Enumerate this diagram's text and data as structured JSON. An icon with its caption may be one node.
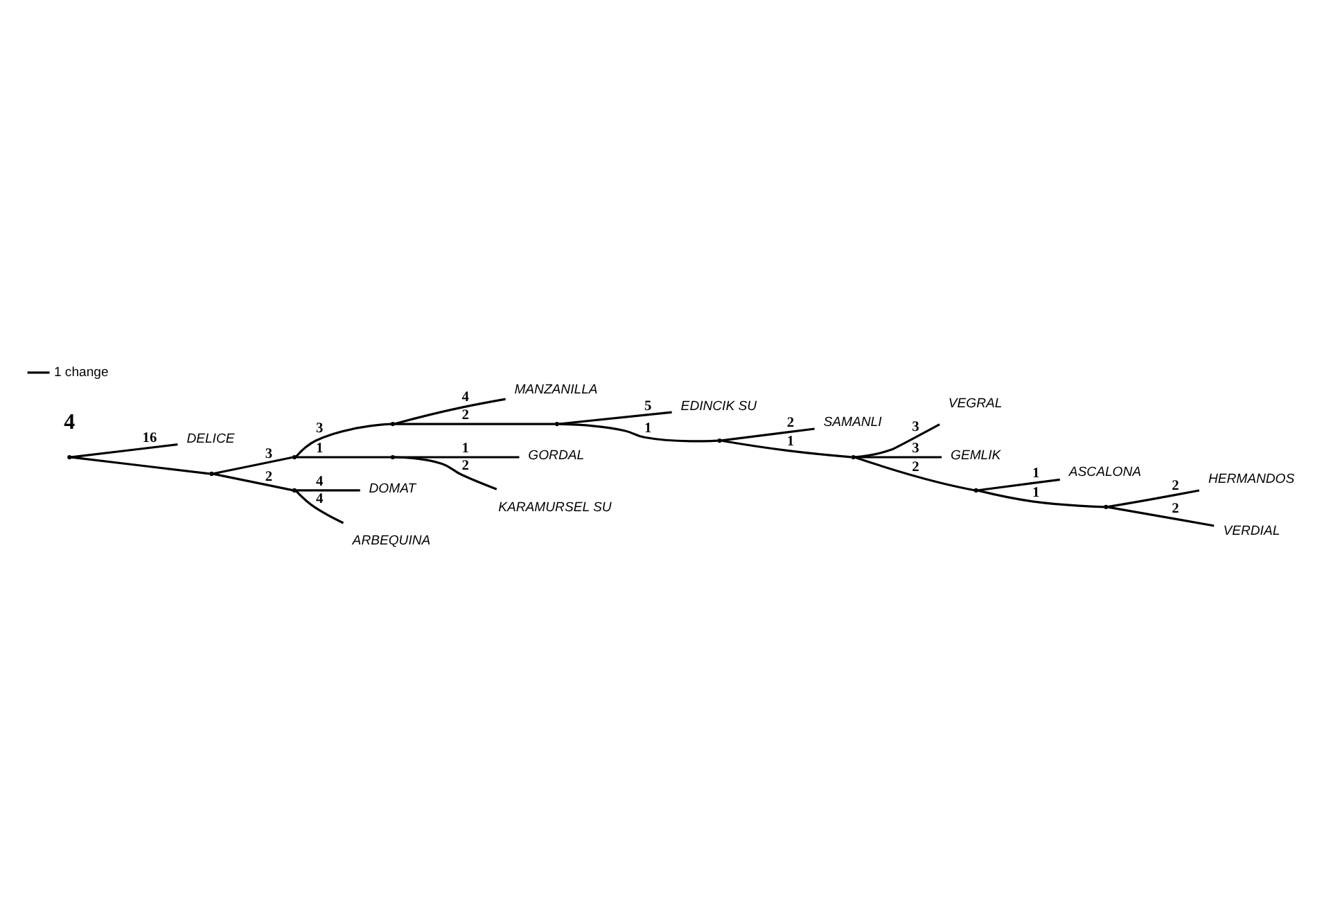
{
  "diagram": {
    "nodes": [
      {
        "text": [
          "DELICE"
        ]
      },
      {
        "text": [
          "SAMANLI"
        ]
      },
      {
        "text": [
          "VEGRAL"
        ]
      },
      {
        "text": [
          "ASCALONA"
        ]
      },
      {
        "text": [
          "HERMANDOS"
        ]
      },
      {
        "text": [
          "VERDIAL"
        ]
      },
      {
        "text": [
          "GEMLIK"
        ]
      },
      {
        "text": [
          "EDINCIK SU"
        ]
      },
      {
        "text": [
          "MANZANILLA"
        ]
      },
      {
        "text": [
          "GORDAL"
        ]
      },
      {
        "text": [
          "KARAMURSEL SU"
        ]
      },
      {
        "text": [
          "DOMAT"
        ]
      },
      {
        "text": [
          "ARBEQUINA"
        ]
      },
      {
        "text": [],
        "shape": "point"
      },
      {
        "text": [],
        "shape": "point"
      },
      {
        "text": [],
        "shape": "point"
      },
      {
        "text": [],
        "shape": "point"
      },
      {
        "text": [],
        "shape": "point"
      },
      {
        "text": [],
        "shape": "point"
      },
      {
        "text": [],
        "shape": "point"
      },
      {
        "text": [],
        "shape": "point"
      },
      {
        "text": [],
        "shape": "point"
      },
      {
        "text": [],
        "shape": "point"
      },
      {
        "text": [],
        "shape": "point"
      }
    ],
    "edges": [
      {
        "from": 13,
        "to": 0,
        "arrow": "none",
        "label": "16"
      },
      {
        "from": 13,
        "to": 14,
        "arrow": "none"
      },
      {
        "from": 14,
        "to": 15,
        "arrow": "none",
        "label": "3"
      },
      {
        "from": 14,
        "to": 16,
        "arrow": "none",
        "label": "2"
      },
      {
        "from": 16,
        "to": 11,
        "arrow": "none",
        "label": "4"
      },
      {
        "from": 16,
        "to": 12,
        "arrow": "none",
        "label": "4"
      },
      {
        "from": 15,
        "to": 17,
        "arrow": "none",
        "label": "3"
      },
      {
        "from": 15,
        "to": 18,
        "arrow": "none",
        "label": "1"
      },
      {
        "from": 18,
        "to": 9,
        "arrow": "none",
        "label": "1"
      },
      {
        "from": 18,
        "to": 10,
        "arrow": "none",
        "label": "2"
      },
      {
        "from": 17,
        "to": 19,
        "arrow": "none",
        "label": "2"
      },
      {
        "from": 17,
        "to": 8,
        "arrow": "none",
        "label": "4"
      },
      {
        "from": 19,
        "to": 20,
        "arrow": "none",
        "label": "1"
      },
      {
        "from": 19,
        "to": 7,
        "arrow": "none",
        "label": "5"
      },
      {
        "from": 20,
        "to": 1,
        "arrow": "none",
        "label": "2"
      },
      {
        "from": 20,
        "to": 21,
        "arrow": "none",
        "label": "1"
      },
      {
        "from": 21,
        "to": 2,
        "arrow": "none",
        "label": "3"
      },
      {
        "from": 21,
        "to": 22,
        "arrow": "none",
        "label": "2"
      },
      {
        "from": 21,
        "to": 6,
        "arrow": "none",
        "label": "3"
      },
      {
        "from": 22,
        "to": 3,
        "arrow": "none",
        "label": "1"
      },
      {
        "from": 22,
        "to": 23,
        "arrow": "none",
        "label": "1"
      },
      {
        "from": 23,
        "to": 4,
        "arrow": "none",
        "label": "2"
      },
      {
        "from": 23,
        "to": 5,
        "arrow": "none",
        "label": "2"
      }
    ],
    "labels": [
      "4"
    ],
    "legend": [
      {
        "text": "1 change"
      }
    ]
  }
}
